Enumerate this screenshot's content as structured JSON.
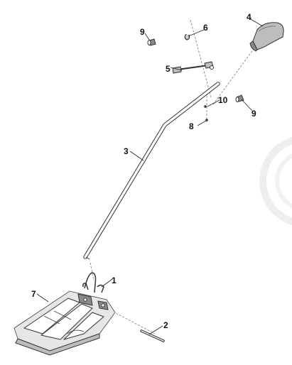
{
  "callouts": {
    "c1": "1",
    "c2": "2",
    "c3": "3",
    "c4": "4",
    "c5": "5",
    "c6": "6",
    "c7": "7",
    "c8": "8",
    "c9a": "9",
    "c9b": "9",
    "c10": "10"
  },
  "colors": {
    "line": "#333333",
    "shade": "#8a8a8a",
    "watermark": "#eeeeee"
  }
}
